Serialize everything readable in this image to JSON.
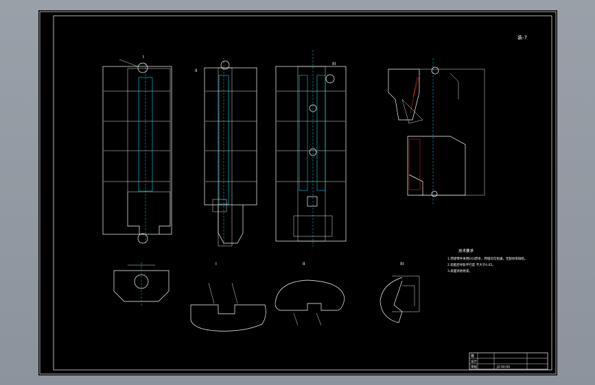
{
  "drawing": {
    "sheet_no": "装-7",
    "view_labels": {
      "view1": "I",
      "view2": "II",
      "view3": "III"
    },
    "section_labels": {
      "s1": "I",
      "s2": "II",
      "s3": "III"
    },
    "notes": {
      "heading": "技术要求",
      "lines": [
        "1.焊接零件采用E43焊条，焊缝均匀饱满，无裂纹等缺陷。",
        "2.装配后导轨平行度 不大于0.05。",
        "3.表面涂防锈漆。"
      ]
    },
    "title_block": {
      "name_cell": "装",
      "row2": "设计",
      "row3": "审核",
      "code": "JZ-00-00"
    }
  },
  "colors": {
    "background": "#000000",
    "outline": "#ffffff",
    "centerline": "#00d8e8",
    "hatch": "#ff3030"
  }
}
